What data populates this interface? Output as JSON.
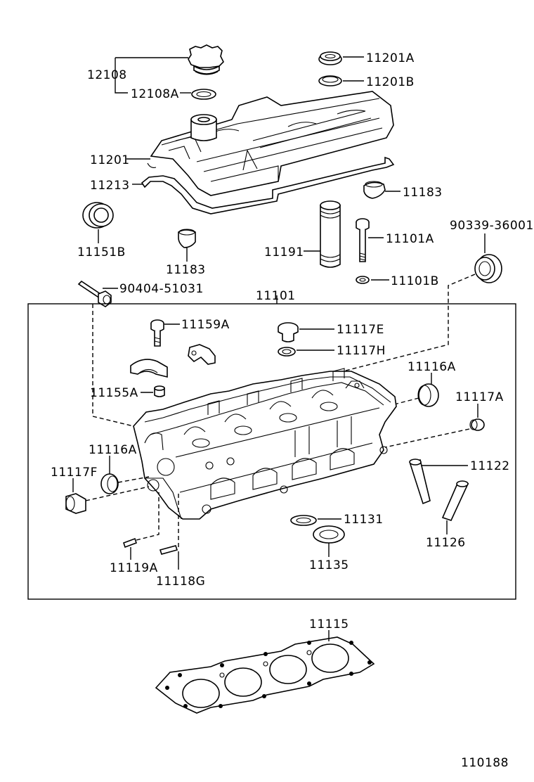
{
  "diagram_id": "110188",
  "labels": {
    "l12108": "12108",
    "l12108A": "12108A",
    "l11201A": "11201A",
    "l11201B": "11201B",
    "l11201": "11201",
    "l11213": "11213",
    "l11183a": "11183",
    "l11151B": "11151B",
    "l11183b": "11183",
    "l11191": "11191",
    "l11101A": "11101A",
    "l90339": "90339-36001",
    "l90404": "90404-51031",
    "l11101B": "11101B",
    "l11101": "11101",
    "l11159A": "11159A",
    "l11117E": "11117E",
    "l11117H": "11117H",
    "l11116A_r": "11116A",
    "l11155A": "11155A",
    "l11117A": "11117A",
    "l11116A_l": "11116A",
    "l11117F": "11117F",
    "l11122": "11122",
    "l11131": "11131",
    "l11126": "11126",
    "l11135": "11135",
    "l11119A": "11119A",
    "l11118G": "11118G",
    "l11115": "11115"
  }
}
